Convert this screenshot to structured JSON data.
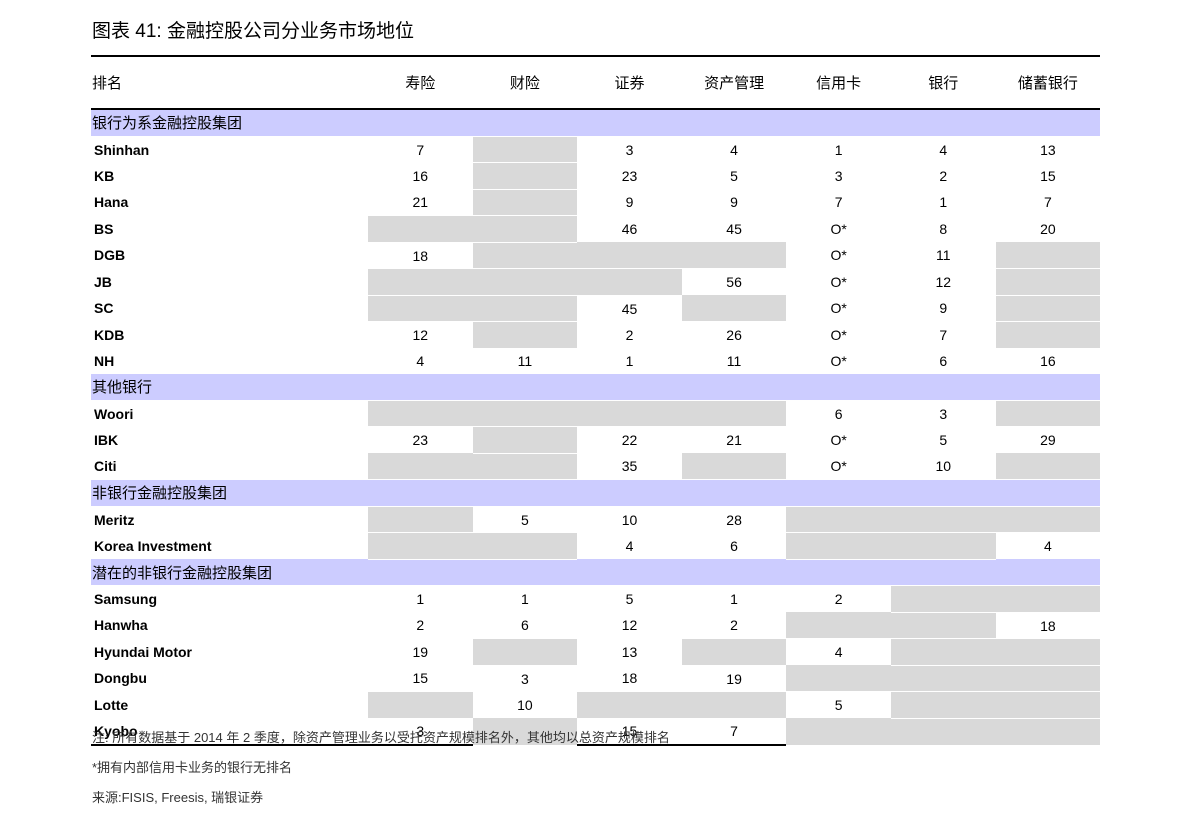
{
  "title": "图表 41: 金融控股公司分业务市场地位",
  "headers": [
    "排名",
    "寿险",
    "财险",
    "证券",
    "资产管理",
    "信用卡",
    "银行",
    "储蓄银行"
  ],
  "groups": [
    {
      "name": "银行为系金融控股集团",
      "rows": [
        {
          "name": "Shinhan",
          "cells": [
            "7",
            null,
            "3",
            "4",
            "1",
            "4",
            "13"
          ]
        },
        {
          "name": "KB",
          "cells": [
            "16",
            null,
            "23",
            "5",
            "3",
            "2",
            "15"
          ]
        },
        {
          "name": "Hana",
          "cells": [
            "21",
            null,
            "9",
            "9",
            "7",
            "1",
            "7"
          ]
        },
        {
          "name": "BS",
          "cells": [
            null,
            null,
            "46",
            "45",
            "O*",
            "8",
            "20"
          ]
        },
        {
          "name": "DGB",
          "cells": [
            "18",
            null,
            null,
            null,
            "O*",
            "11",
            null
          ]
        },
        {
          "name": "JB",
          "cells": [
            null,
            null,
            null,
            "56",
            "O*",
            "12",
            null
          ]
        },
        {
          "name": "SC",
          "cells": [
            null,
            null,
            "45",
            null,
            "O*",
            "9",
            null
          ]
        },
        {
          "name": "KDB",
          "cells": [
            "12",
            null,
            "2",
            "26",
            "O*",
            "7",
            null
          ]
        },
        {
          "name": "NH",
          "cells": [
            "4",
            "11",
            "1",
            "11",
            "O*",
            "6",
            "16"
          ]
        }
      ]
    },
    {
      "name": "其他银行",
      "rows": [
        {
          "name": "Woori",
          "cells": [
            null,
            null,
            null,
            null,
            "6",
            "3",
            null
          ]
        },
        {
          "name": "IBK",
          "cells": [
            "23",
            null,
            "22",
            "21",
            "O*",
            "5",
            "29"
          ]
        },
        {
          "name": "Citi",
          "cells": [
            null,
            null,
            "35",
            null,
            "O*",
            "10",
            null
          ]
        }
      ]
    },
    {
      "name": "非银行金融控股集团",
      "rows": [
        {
          "name": "Meritz",
          "cells": [
            null,
            "5",
            "10",
            "28",
            null,
            null,
            null
          ]
        },
        {
          "name": "Korea Investment",
          "cells": [
            null,
            null,
            "4",
            "6",
            null,
            null,
            "4"
          ]
        }
      ]
    },
    {
      "name": "潜在的非银行金融控股集团",
      "rows": [
        {
          "name": "Samsung",
          "cells": [
            "1",
            "1",
            "5",
            "1",
            "2",
            null,
            null
          ]
        },
        {
          "name": "Hanwha",
          "cells": [
            "2",
            "6",
            "12",
            "2",
            null,
            null,
            "18"
          ]
        },
        {
          "name": "Hyundai Motor",
          "cells": [
            "19",
            null,
            "13",
            null,
            "4",
            null,
            null
          ]
        },
        {
          "name": "Dongbu",
          "cells": [
            "15",
            "3",
            "18",
            "19",
            null,
            null,
            null
          ]
        },
        {
          "name": "Lotte",
          "cells": [
            null,
            "10",
            null,
            null,
            "5",
            null,
            null
          ]
        },
        {
          "name": "Kyobo",
          "cells": [
            "3",
            null,
            "15",
            "7",
            null,
            null,
            null
          ]
        }
      ]
    }
  ],
  "notes": [
    "注: 所有数据基于 2014 年 2 季度，除资产管理业务以受托资产规模排名外，其他均以总资产规模排名",
    "*拥有内部信用卡业务的银行无排名",
    "来源:FISIS, Freesis, 瑞银证券"
  ],
  "colors": {
    "section_bg": "#ccccff",
    "empty_cell_bg": "#d9d9d9"
  }
}
